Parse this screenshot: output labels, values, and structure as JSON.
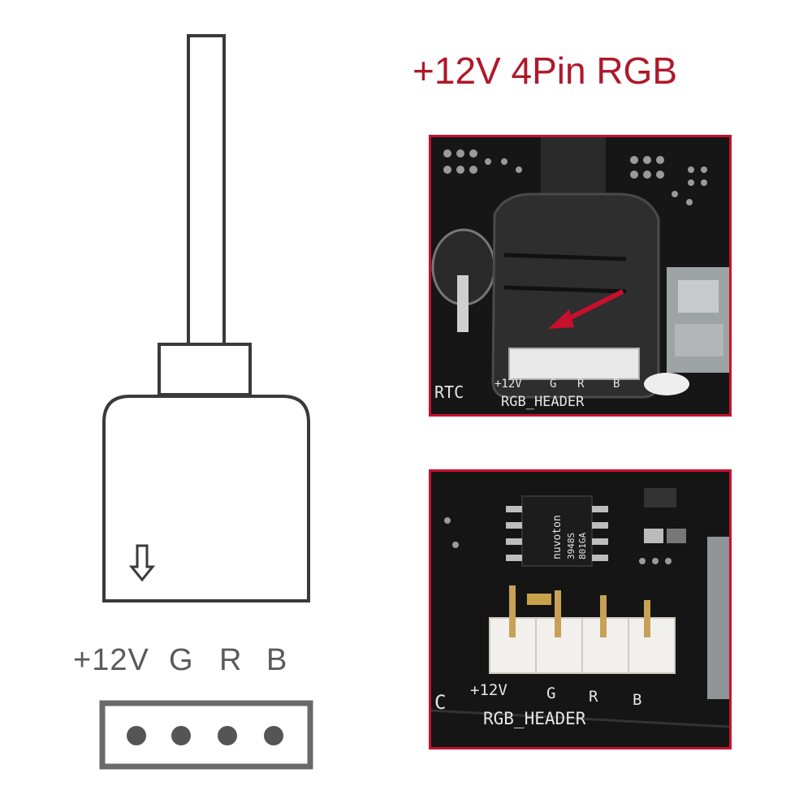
{
  "title": "+12V 4Pin RGB",
  "diagram": {
    "pin_labels": [
      "+12V",
      "G",
      "R",
      "B"
    ]
  },
  "photo_top": {
    "silk_pins": [
      "+12V",
      "G",
      "R",
      "B"
    ],
    "silk_header": "RGB_HEADER",
    "silk_rtc": "RTC"
  },
  "photo_bottom": {
    "silk_pins": [
      "+12V",
      "G",
      "R",
      "B"
    ],
    "silk_header": "RGB_HEADER",
    "silk_c": "C",
    "chip_text_1": "nuvoton",
    "chip_text_2": "3948S",
    "chip_text_3": "801GA"
  },
  "colors": {
    "title": "#b0182a",
    "frame": "#c8102e",
    "arrow": "#c8102e",
    "line": "#3a3a3a"
  }
}
